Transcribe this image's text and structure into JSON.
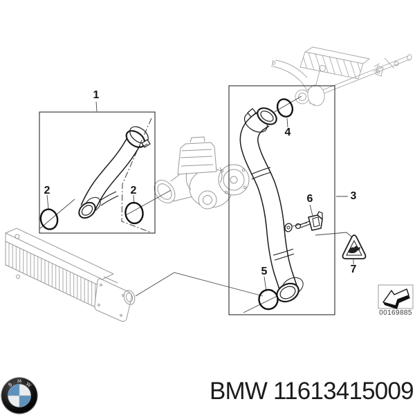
{
  "colors": {
    "background": "#ffffff",
    "focus_line": "#1b1b1b",
    "context_line": "#98999b",
    "logo_blue": "#5e92bd",
    "text": "#1b1b1b"
  },
  "diagram": {
    "callouts": [
      {
        "id": "1",
        "label": "1"
      },
      {
        "id": "2-left",
        "label": "2"
      },
      {
        "id": "2-right",
        "label": "2"
      },
      {
        "id": "3",
        "label": "3"
      },
      {
        "id": "4",
        "label": "4"
      },
      {
        "id": "5",
        "label": "5"
      },
      {
        "id": "6",
        "label": "6"
      },
      {
        "id": "7",
        "label": "7"
      }
    ],
    "doc_number": "00169885",
    "icons": {
      "warning_triangle": "handling-caution-triangle",
      "direction_arrow": "lower-left-direction-arrow"
    }
  },
  "footer": {
    "part_text": "BMW 11613415009"
  },
  "logo": {
    "letters": [
      "B",
      "M",
      "W"
    ]
  }
}
